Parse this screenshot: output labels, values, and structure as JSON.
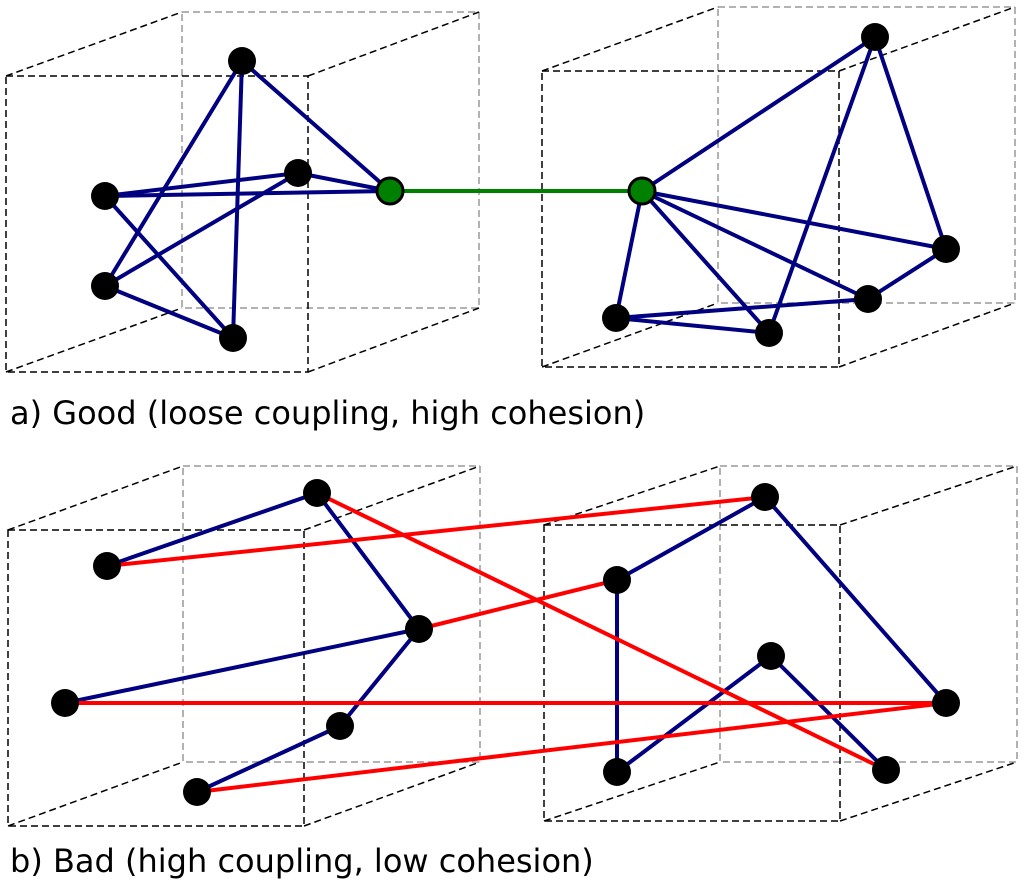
{
  "colors": {
    "intra_module_edge": "#000080",
    "good_coupling_edge": "#008000",
    "bad_coupling_edge": "#ff0000",
    "node": "#000000",
    "interface_node": "#008000",
    "box_front": "#000000",
    "box_back": "#999999"
  },
  "panels": [
    {
      "id": "a",
      "caption": "a) Good (loose coupling, high cohesion)",
      "modules": [
        {
          "nodes": [
            "a1",
            "a2",
            "a3",
            "a4",
            "a5",
            "a6"
          ]
        },
        {
          "nodes": [
            "a7",
            "a8",
            "a9",
            "a10",
            "a11",
            "a12"
          ]
        }
      ],
      "interface_nodes": [
        "a6",
        "a7"
      ],
      "intra_edges": [
        [
          "a1",
          "a4"
        ],
        [
          "a1",
          "a5"
        ],
        [
          "a1",
          "a6"
        ],
        [
          "a2",
          "a3"
        ],
        [
          "a2",
          "a4"
        ],
        [
          "a2",
          "a6"
        ],
        [
          "a3",
          "a5"
        ],
        [
          "a3",
          "a6"
        ],
        [
          "a4",
          "a5"
        ],
        [
          "a7",
          "a8"
        ],
        [
          "a7",
          "a9"
        ],
        [
          "a7",
          "a10"
        ],
        [
          "a7",
          "a11"
        ],
        [
          "a7",
          "a12"
        ],
        [
          "a8",
          "a9"
        ],
        [
          "a8",
          "a11"
        ],
        [
          "a9",
          "a12"
        ],
        [
          "a10",
          "a11"
        ],
        [
          "a10",
          "a12"
        ]
      ],
      "inter_edges": [
        [
          "a6",
          "a7"
        ]
      ]
    },
    {
      "id": "b",
      "caption": "b) Bad (high coupling, low cohesion)",
      "modules": [
        {
          "nodes": [
            "b1",
            "b2",
            "b3",
            "b4",
            "b5",
            "b6"
          ]
        },
        {
          "nodes": [
            "b7",
            "b8",
            "b9",
            "b10",
            "b11",
            "b12"
          ]
        }
      ],
      "interface_nodes": [],
      "intra_edges": [
        [
          "b1",
          "b2"
        ],
        [
          "b1",
          "b4"
        ],
        [
          "b3",
          "b4"
        ],
        [
          "b4",
          "b5"
        ],
        [
          "b5",
          "b6"
        ],
        [
          "b7",
          "b8"
        ],
        [
          "b8",
          "b11"
        ],
        [
          "b7",
          "b10"
        ],
        [
          "b9",
          "b11"
        ],
        [
          "b9",
          "b12"
        ]
      ],
      "inter_edges": [
        [
          "b1",
          "b12"
        ],
        [
          "b2",
          "b7"
        ],
        [
          "b4",
          "b8"
        ],
        [
          "b3",
          "b10"
        ],
        [
          "b6",
          "b10"
        ]
      ]
    }
  ]
}
